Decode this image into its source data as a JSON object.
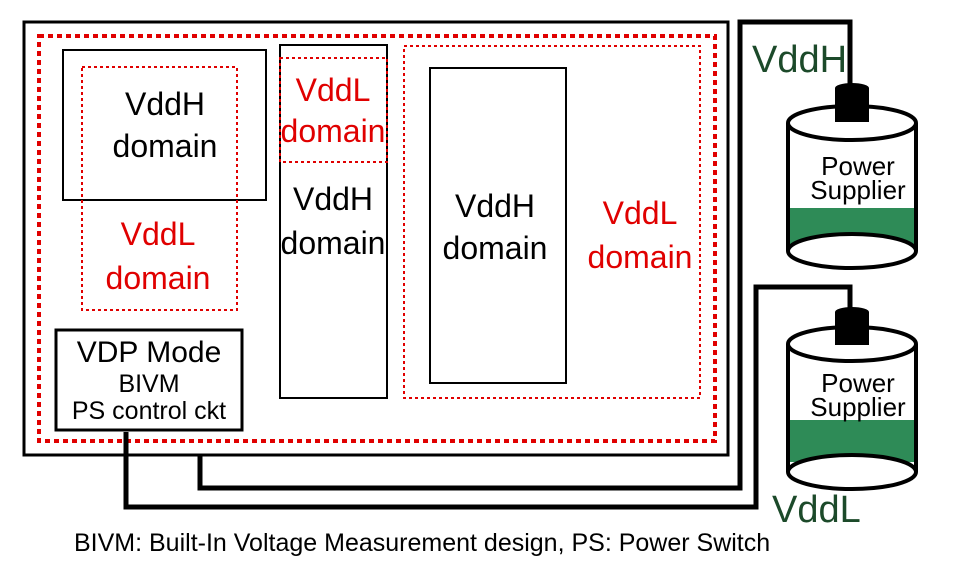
{
  "colors": {
    "outline": "#000000",
    "vddl_red": "#e00000",
    "vddh_label_green": "#1c4a2a",
    "supplier_band": "#2e8b57"
  },
  "blocks": {
    "left_top_vddh": [
      "VddH",
      "domain"
    ],
    "left_vddl": [
      "VddL",
      "domain"
    ],
    "middle_vddl": [
      "VddL",
      "domain"
    ],
    "middle_vddh": [
      "VddH",
      "domain"
    ],
    "right_vddh": [
      "VddH",
      "domain"
    ],
    "right_vddl": [
      "VddL",
      "domain"
    ]
  },
  "control": {
    "title": "VDP Mode",
    "line1": "BIVM",
    "line2": "PS control ckt"
  },
  "suppliers": {
    "top": [
      "Power",
      "Supplier"
    ],
    "bottom": [
      "Power",
      "Supplier"
    ],
    "top_rail_label": "VddH",
    "bottom_rail_label": "VddL"
  },
  "caption": "BIVM: Built-In Voltage Measurement design, PS: Power Switch"
}
